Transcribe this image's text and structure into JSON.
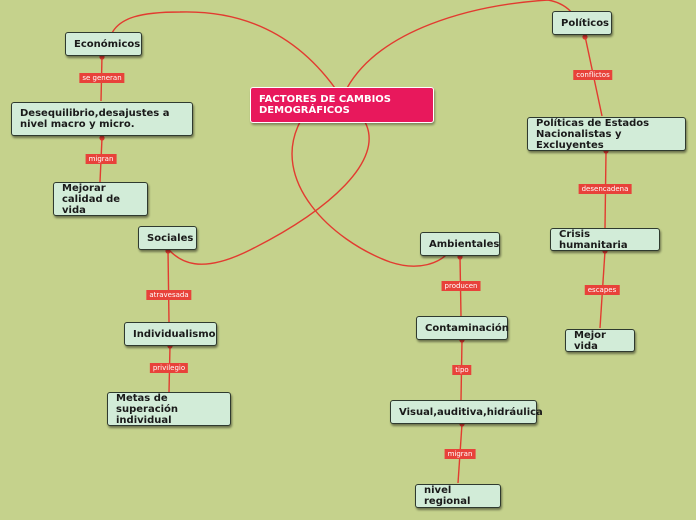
{
  "center": "FACTORES DE CAMBIOS DEMOGRÁFICOS",
  "nodes": {
    "economicos": "Económicos",
    "desequilibrio": "Desequilibrio,desajustes a nivel macro y micro.",
    "mejorar": "Mejorar calidad de vida",
    "sociales": "Sociales",
    "individualismo": "Individualismo",
    "metas": "Metas de superación individual",
    "ambientales": "Ambientales",
    "contaminacion": "Contaminación",
    "visual": "Visual,auditiva,hidráulica",
    "nivel": "nivel regional",
    "politicos": "Políticos",
    "politicas": "Políticas de Estados Nacionalistas y Excluyentes",
    "crisis": "Crisis humanitaria",
    "mejorvida": "Mejor vida"
  },
  "links": {
    "se_generan": "se generan",
    "migran1": "migran",
    "atravesada": "atravesada",
    "privilegio": "privilegio",
    "producen": "producen",
    "tipo": "tipo",
    "migran2": "migran",
    "conflictos": "conflictos",
    "desencadena": "desencadena",
    "escapes": "escapes"
  },
  "colors": {
    "background": "#c5d28c",
    "central": "#e8185c",
    "node": "#d2ecd8",
    "connector": "#e23b30"
  }
}
